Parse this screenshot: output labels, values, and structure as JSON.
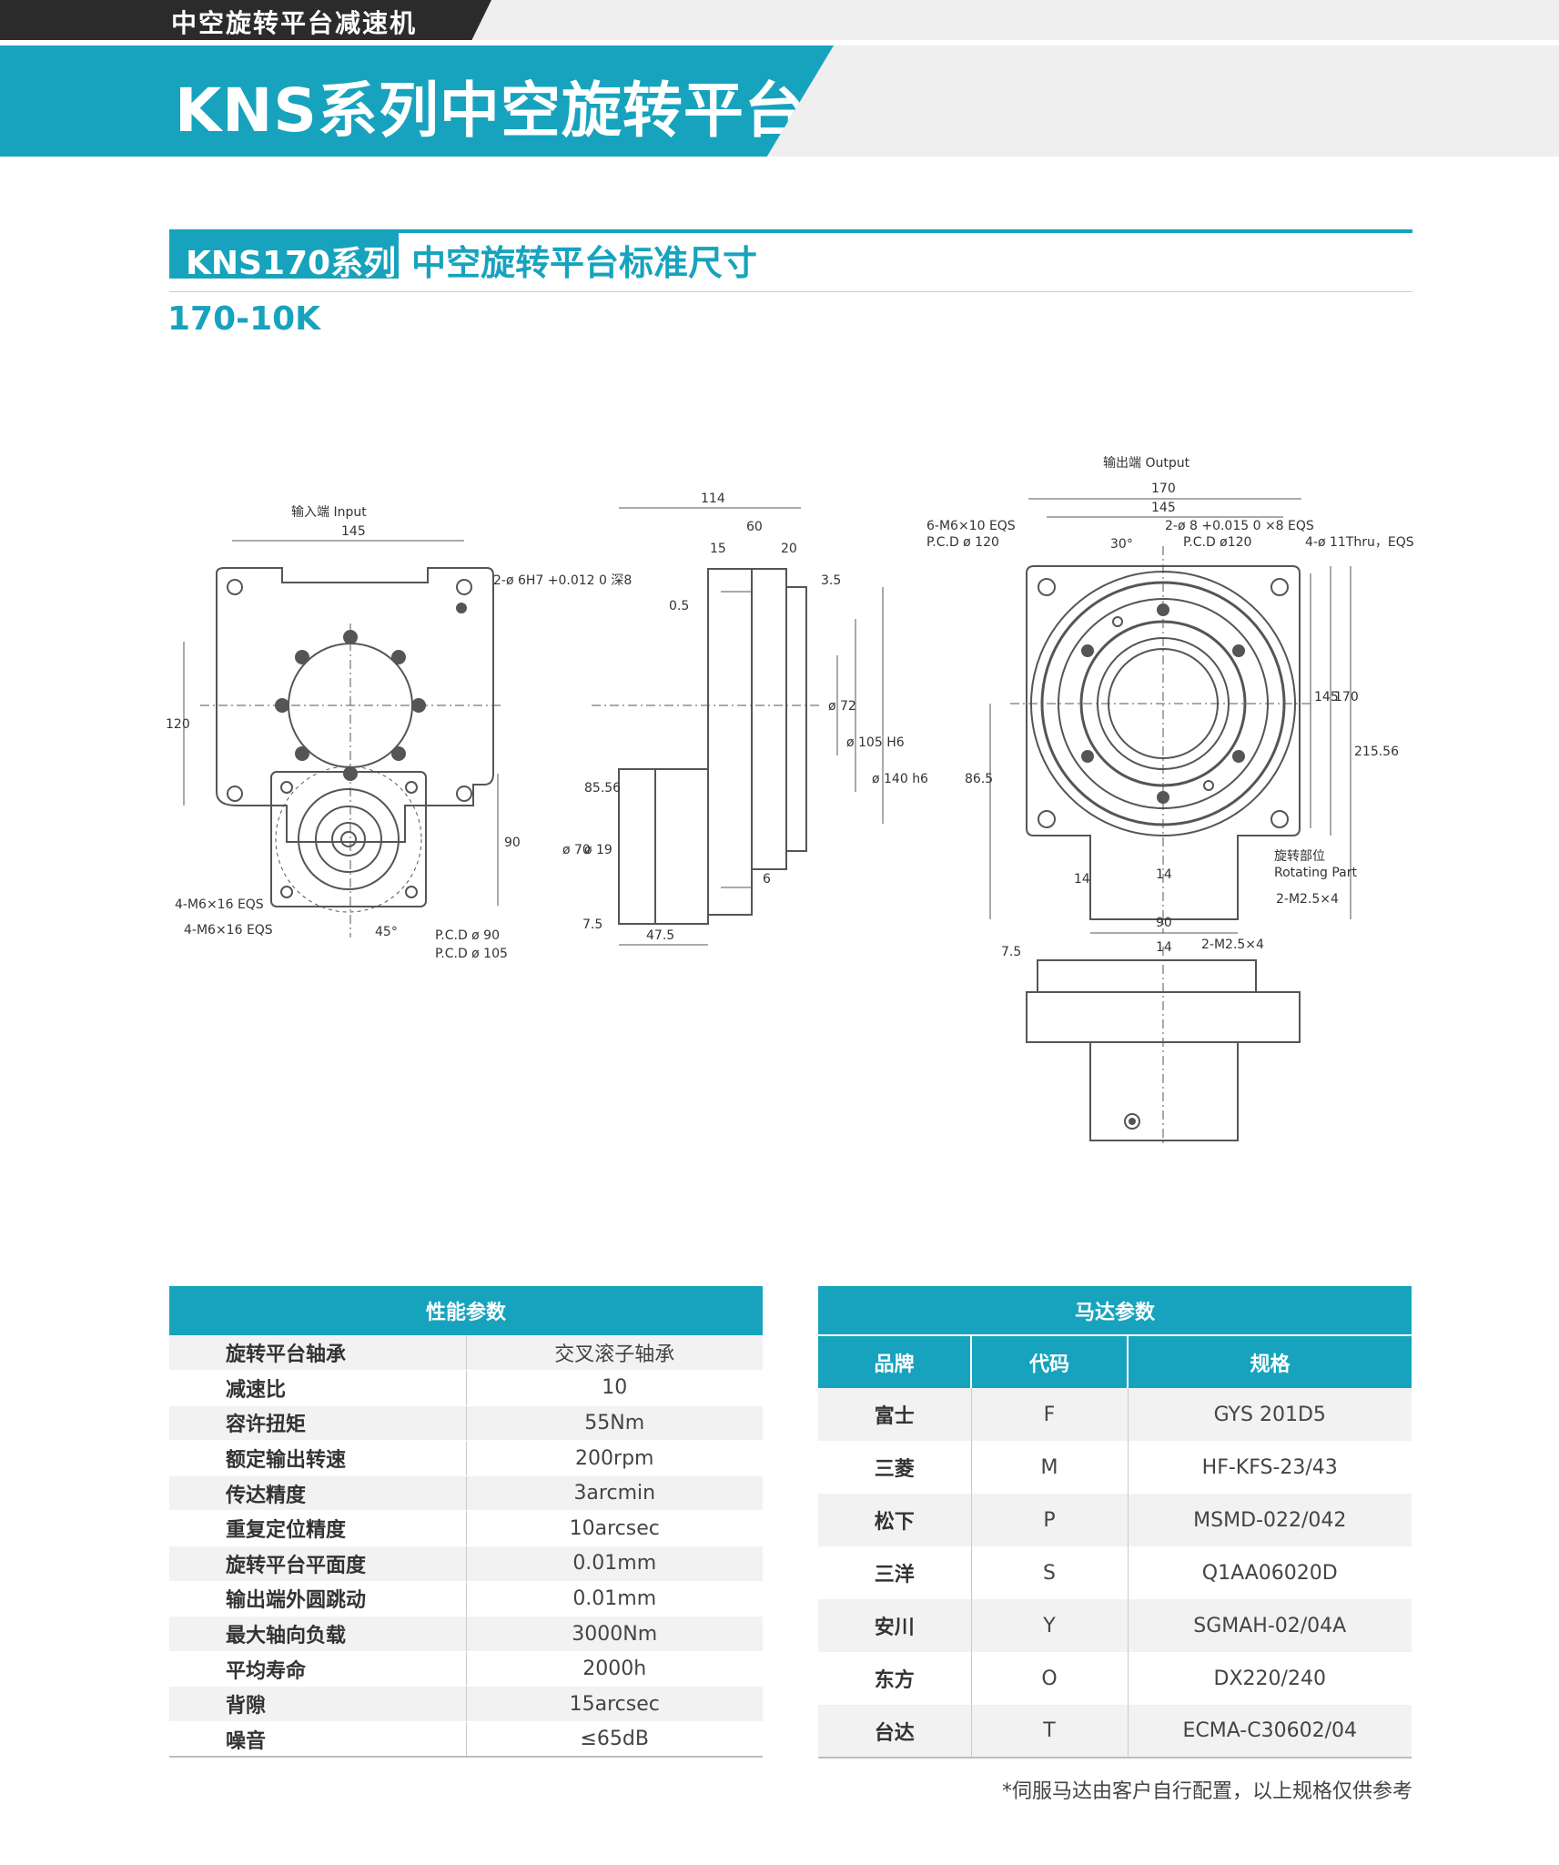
{
  "header": {
    "category": "中空旋转平台减速机",
    "banner_title": "KNS系列中空旋转平台"
  },
  "section": {
    "series": "KNS170系列",
    "title": "中空旋转平台标准尺寸",
    "model": "170-10K"
  },
  "drawing": {
    "input_label": "输入端 Input",
    "output_label": "输出端 Output",
    "rotating_cn": "旋转部位",
    "rotating_en": "Rotating Part",
    "input_dims": [
      "145",
      "2-ø 6H7 +0.012 0 深8",
      "120",
      "90",
      "4-M6×16 EQS",
      "4-M6×16 EQS",
      "45°",
      "P.C.D  ø 90",
      "P.C.D  ø 105"
    ],
    "side_dims": [
      "114",
      "60",
      "15",
      "20",
      "3.5",
      "0.5",
      "ø 72",
      "ø 105 H6",
      "ø 140 h6",
      "85.56",
      "ø 70",
      "ø 19",
      "6",
      "7.5",
      "47.5"
    ],
    "output_dims": [
      "170",
      "145",
      "6-M6×10 EQS",
      "P.C.D  ø 120",
      "2-ø 8 +0.015 0 ×8 EQS",
      "P.C.D  ø120",
      "4-ø 11Thru，EQS",
      "30°",
      "145",
      "170",
      "215.56",
      "86.5",
      "14",
      "14",
      "2-M2.5×4",
      "90",
      "7.5",
      "14",
      "2-M2.5×4"
    ]
  },
  "performance": {
    "title": "性能参数",
    "rows": [
      {
        "key": "旋转平台轴承",
        "value": "交叉滚子轴承"
      },
      {
        "key": "减速比",
        "value": "10"
      },
      {
        "key": "容许扭矩",
        "value": "55Nm"
      },
      {
        "key": "额定输出转速",
        "value": "200rpm"
      },
      {
        "key": "传达精度",
        "value": "3arcmin"
      },
      {
        "key": "重复定位精度",
        "value": "10arcsec"
      },
      {
        "key": "旋转平台平面度",
        "value": "0.01mm"
      },
      {
        "key": "输出端外圆跳动",
        "value": "0.01mm"
      },
      {
        "key": "最大轴向负载",
        "value": "3000Nm"
      },
      {
        "key": "平均寿命",
        "value": "2000h"
      },
      {
        "key": "背隙",
        "value": "15arcsec"
      },
      {
        "key": "噪音",
        "value": "≤65dB"
      }
    ]
  },
  "motor": {
    "title": "马达参数",
    "headers": [
      "品牌",
      "代码",
      "规格"
    ],
    "rows": [
      {
        "brand": "富士",
        "code": "F",
        "spec": "GYS 201D5"
      },
      {
        "brand": "三菱",
        "code": "M",
        "spec": "HF-KFS-23/43"
      },
      {
        "brand": "松下",
        "code": "P",
        "spec": "MSMD-022/042"
      },
      {
        "brand": "三洋",
        "code": "S",
        "spec": "Q1AA06020D"
      },
      {
        "brand": "安川",
        "code": "Y",
        "spec": "SGMAH-02/04A"
      },
      {
        "brand": "东方",
        "code": "O",
        "spec": "DX220/240"
      },
      {
        "brand": "台达",
        "code": "T",
        "spec": "ECMA-C30602/04"
      }
    ]
  },
  "footnote": "*伺服马达由客户自行配置，以上规格仅供参考",
  "colors": {
    "accent": "#17a3bd",
    "dark_tag": "#2b2b2b"
  }
}
